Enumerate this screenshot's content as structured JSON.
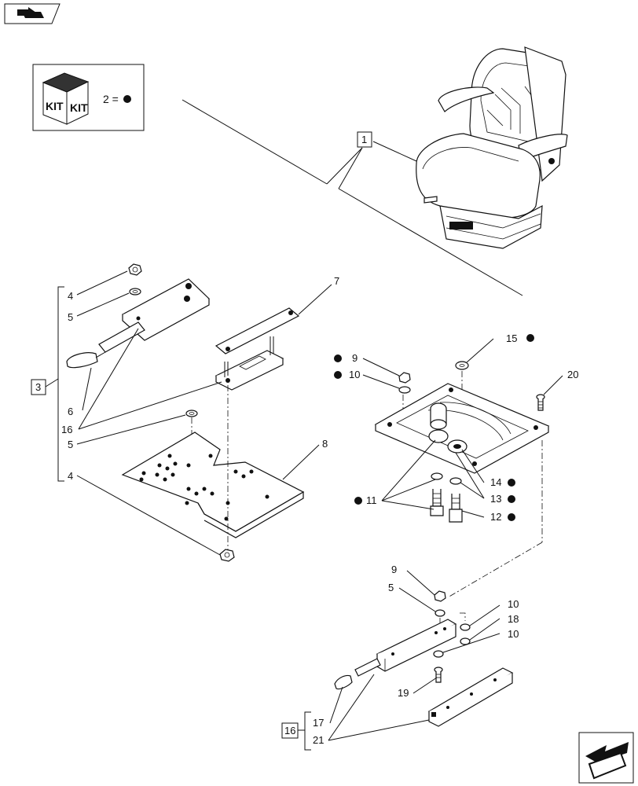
{
  "kit_legend": {
    "text": "2 = ",
    "icon_text": "KIT"
  },
  "box_labels": {
    "seat": "1",
    "bracket_group": "3",
    "rail_group": "16"
  },
  "callouts": {
    "c4a": "4",
    "c5a": "5",
    "c7": "7",
    "c6": "6",
    "c16": "16",
    "c5b": "5",
    "c8": "8",
    "c4b": "4",
    "c9a": "9",
    "c10a": "10",
    "c15": "15",
    "c20": "20",
    "c11": "11",
    "c14": "14",
    "c13": "13",
    "c12": "12",
    "c9b": "9",
    "c5c": "5",
    "c10b": "10",
    "c18": "18",
    "c10c": "10",
    "c19": "19",
    "c17": "17",
    "c21": "21"
  },
  "colors": {
    "ink": "#111111",
    "paper": "#ffffff"
  },
  "icons": {
    "top_left": "book-arrow-icon",
    "bottom_right": "next-page-arrow-icon",
    "legend": "kit-box-icon"
  }
}
